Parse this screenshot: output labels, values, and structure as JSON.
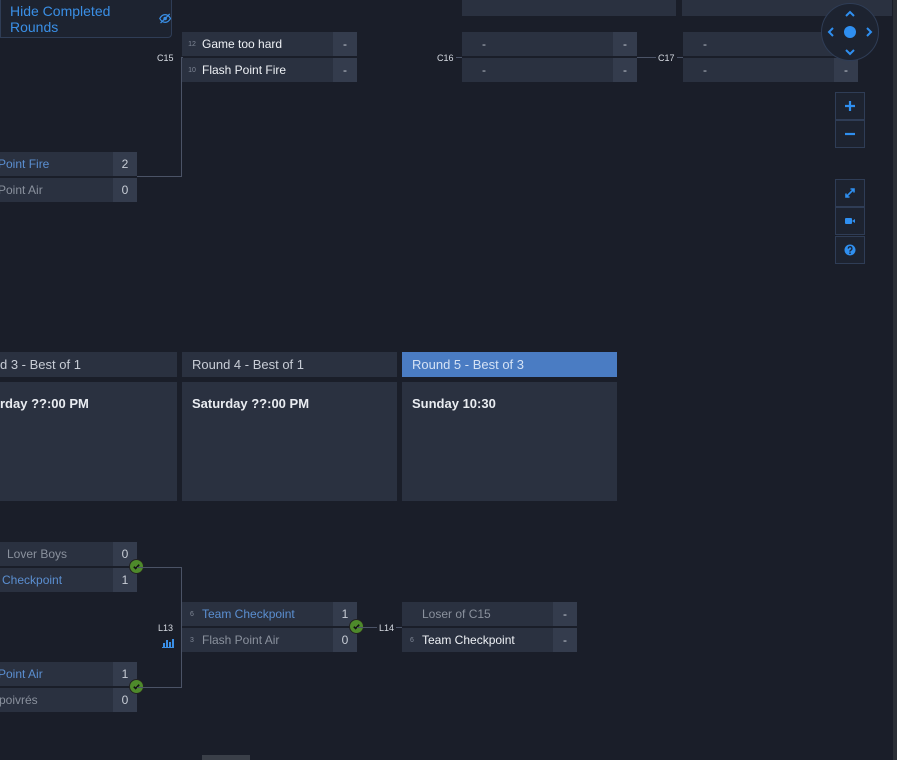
{
  "toolbar": {
    "hide_completed_label": "Hide Completed Rounds",
    "eye_icon": "eye-slash-icon"
  },
  "upper": {
    "c15": {
      "label": "C15",
      "slots": [
        {
          "seed": "12",
          "name": "Game too hard",
          "score": "-"
        },
        {
          "seed": "10",
          "name": "Flash Point Fire",
          "score": "-"
        }
      ]
    },
    "c16": {
      "label": "C16",
      "slots": [
        {
          "seed": "",
          "name": "-",
          "score": "-"
        },
        {
          "seed": "",
          "name": "-",
          "score": "-"
        }
      ]
    },
    "c17": {
      "label": "C17",
      "slots": [
        {
          "seed": "",
          "name": "-",
          "score": "-"
        },
        {
          "seed": "",
          "name": "-",
          "score": "-"
        }
      ]
    },
    "prev": {
      "slots": [
        {
          "name": "sh Point Fire",
          "score": "2"
        },
        {
          "name": "sh Point Air",
          "score": "0"
        }
      ]
    }
  },
  "rounds": [
    {
      "title": "d 3 - Best of 1",
      "time": "rday ??:00 PM"
    },
    {
      "title": "Round 4 - Best of 1",
      "time": "Saturday ??:00 PM"
    },
    {
      "title": "Round 5 - Best of 3",
      "time": "Sunday 10:30"
    }
  ],
  "lower": {
    "m_top": {
      "slots": [
        {
          "name": "Lover Boys",
          "score": "0"
        },
        {
          "name": "am Checkpoint",
          "score": "1"
        }
      ]
    },
    "m_bottom": {
      "slots": [
        {
          "name": "sh Point Air",
          "score": "1"
        },
        {
          "name": "poivrés",
          "score": "0"
        }
      ]
    },
    "l13": {
      "label": "L13",
      "slots": [
        {
          "seed": "6",
          "name": "Team Checkpoint",
          "score": "1"
        },
        {
          "seed": "3",
          "name": "Flash Point Air",
          "score": "0"
        }
      ]
    },
    "l14": {
      "label": "L14",
      "slots": [
        {
          "seed": "",
          "name": "Loser of C15",
          "score": "-"
        },
        {
          "seed": "6",
          "name": "Team Checkpoint",
          "score": "-"
        }
      ]
    }
  },
  "colors": {
    "accent": "#3a8fe6",
    "active_round": "#4a7cc3",
    "win_check": "#4e8a2b",
    "winner_text": "#5b8fd1"
  }
}
